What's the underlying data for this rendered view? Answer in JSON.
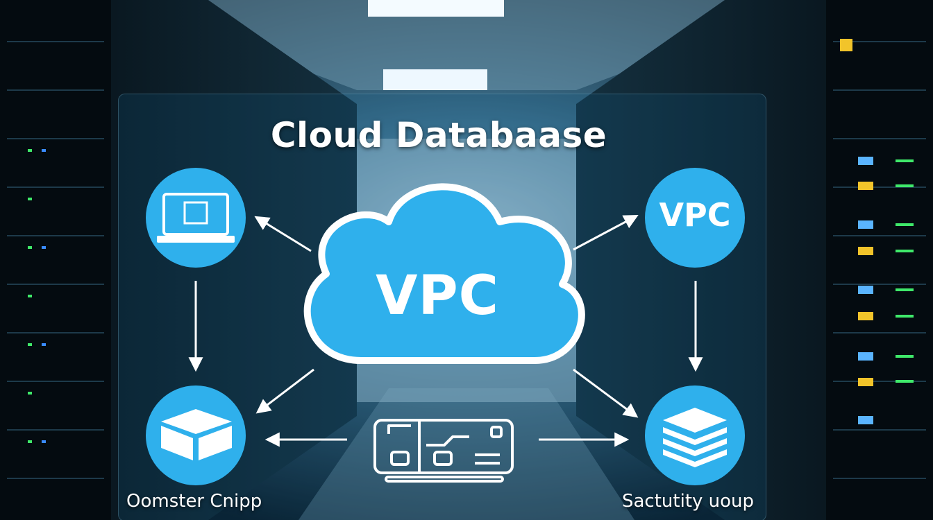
{
  "title": "Cloud Databaase",
  "cloud": {
    "label": "VPC"
  },
  "nodes": {
    "vpc": {
      "label": "VPC"
    }
  },
  "captions": {
    "left": "Oomster Cnipp",
    "right": "Sactutity uoup"
  },
  "icons": {
    "top_left": "laptop-icon",
    "top_right": "vpc-node",
    "bottom_left": "box-icon",
    "bottom_center": "network-switch-icon",
    "bottom_right": "database-stack-icon"
  },
  "colors": {
    "accent": "#2fb0ec",
    "background": "#0b2a3b",
    "text": "#ffffff"
  }
}
